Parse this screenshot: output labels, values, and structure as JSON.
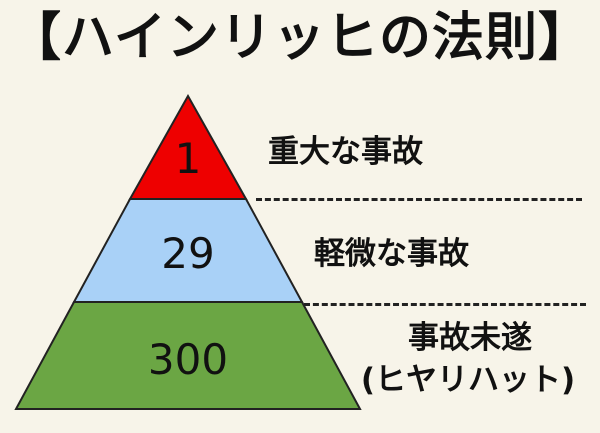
{
  "title": "【ハインリッヒの法則】",
  "tiers": [
    {
      "number": "1",
      "label": "重大な事故",
      "color": "#ee0000"
    },
    {
      "number": "29",
      "label": "軽微な事故",
      "color": "#a9d1f7"
    },
    {
      "number": "300",
      "label_line1": "事故未遂",
      "label_line2": "(ヒヤリハット)",
      "color": "#6ba644"
    }
  ]
}
